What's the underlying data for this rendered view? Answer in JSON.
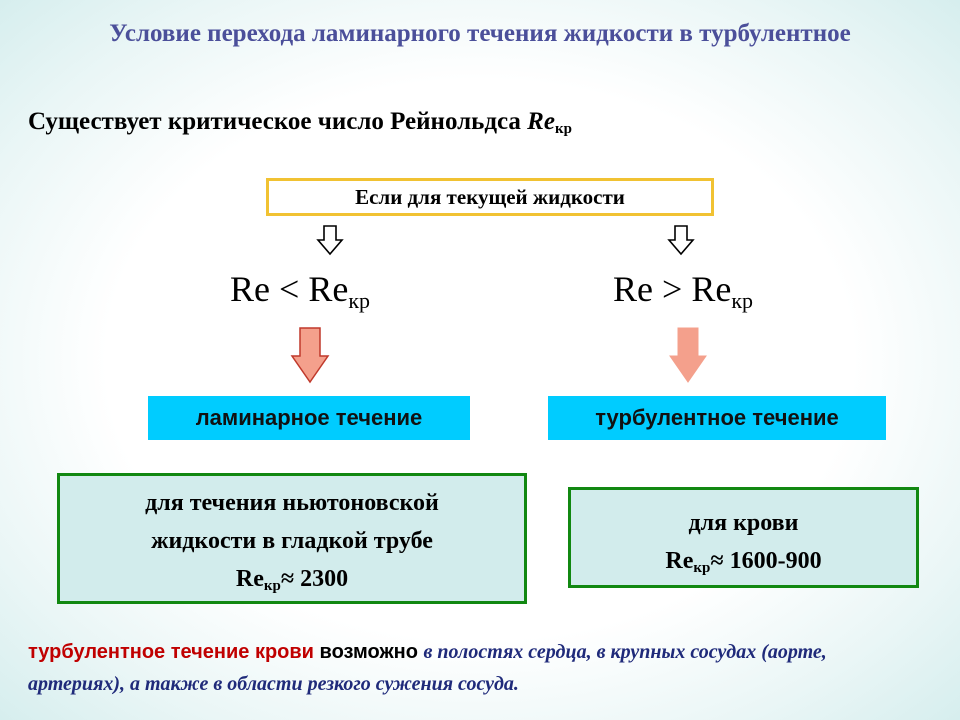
{
  "title": "Условие перехода ламинарного течения жидкости в турбулентное",
  "subtitle": {
    "text": "Существует  критическое число Рейнольдса ",
    "symbol": "Re",
    "subscript": "кр"
  },
  "condition": "Если для текущей жидкости",
  "left_branch": {
    "formula_lhs": "Re",
    "operator": "<",
    "formula_rhs": "Re",
    "formula_sub": "кр",
    "label": "ламинарное течение"
  },
  "right_branch": {
    "formula_lhs": "Re",
    "operator": ">",
    "formula_rhs": "Re",
    "formula_sub": "кр",
    "label": "турбулентное течение"
  },
  "newton_box": {
    "line1": "для течения ньютоновской",
    "line2": "жидкости в гладкой трубе",
    "symbol": "Re",
    "sub": "кр",
    "approx": "≈",
    "value": " 2300"
  },
  "blood_box": {
    "line1": "для крови",
    "symbol": "Re",
    "sub": "кр",
    "approx": "≈",
    "value": " 1600-900"
  },
  "note": {
    "red": "турбулентное течение крови",
    "plain": " возможно ",
    "italic": "в полостях сердца, в крупных сосудах (аорте, артериях), а также в области резкого сужения сосуда."
  },
  "colors": {
    "title": "#4b4f9a",
    "condition_border": "#f1c232",
    "label_bg": "#00ccff",
    "box_bg": "#d2ecec",
    "box_border": "#118811",
    "arrow_fill": "#f4a08c",
    "note_red": "#c00000",
    "note_blue": "#1f2a7a"
  },
  "icons": [
    "hollow-down-arrow-icon",
    "hollow-down-arrow-icon",
    "filled-down-arrow-icon",
    "filled-down-arrow-icon"
  ]
}
